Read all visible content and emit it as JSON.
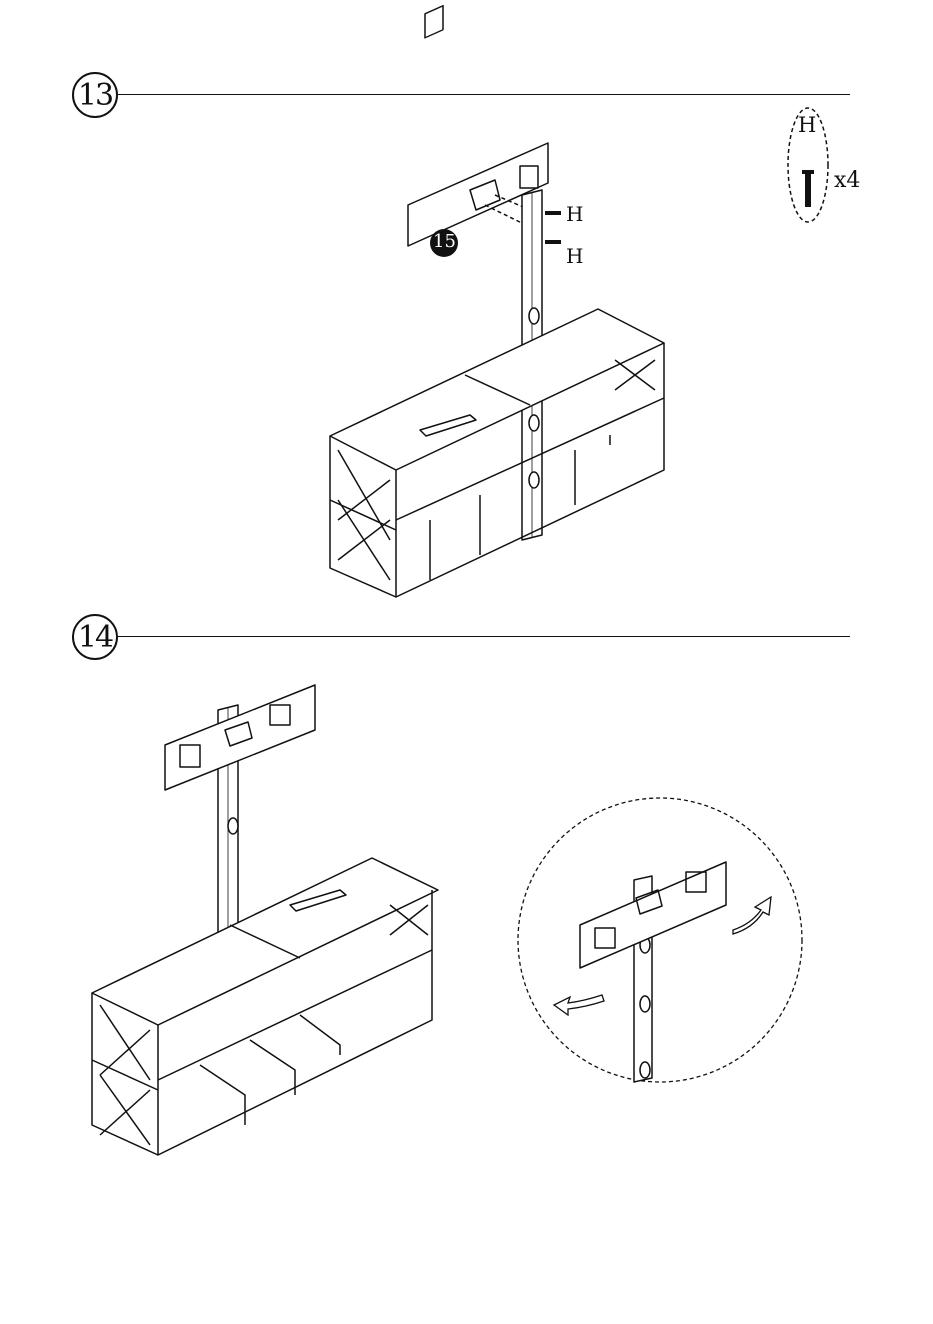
{
  "steps": [
    {
      "number": "13"
    },
    {
      "number": "14"
    }
  ],
  "step13": {
    "part_callout": "15",
    "screw_labels": [
      "H",
      "H"
    ]
  },
  "hardware": {
    "label": "H",
    "quantity": "x4",
    "icon": "screw-icon"
  },
  "step14": {
    "detail_icon": "rotate-arrows-icon"
  }
}
